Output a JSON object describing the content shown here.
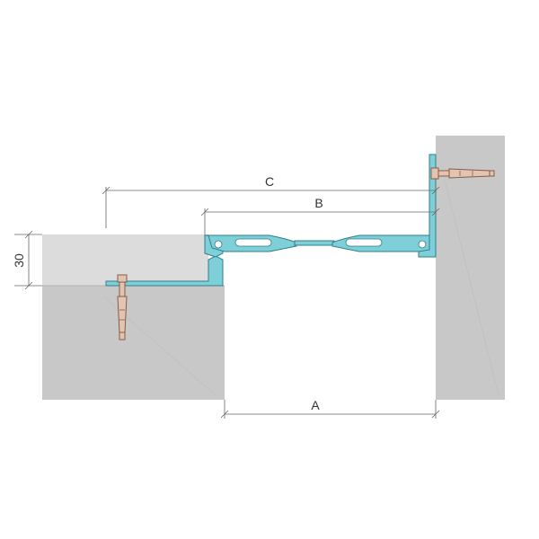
{
  "labels": {
    "dim_a": "A",
    "dim_b": "B",
    "dim_c": "C",
    "dim_height": "30"
  },
  "colors": {
    "concrete_dark": "#c8c8c8",
    "concrete_light": "#dcdcdc",
    "concrete_edge": "#b4b4b4",
    "profile_fill": "#7ecfd8",
    "profile_stroke": "#2f7f8a",
    "anchor_fill": "#e2c4b2",
    "anchor_stroke": "#8a5a46",
    "dim_line": "#666666"
  }
}
